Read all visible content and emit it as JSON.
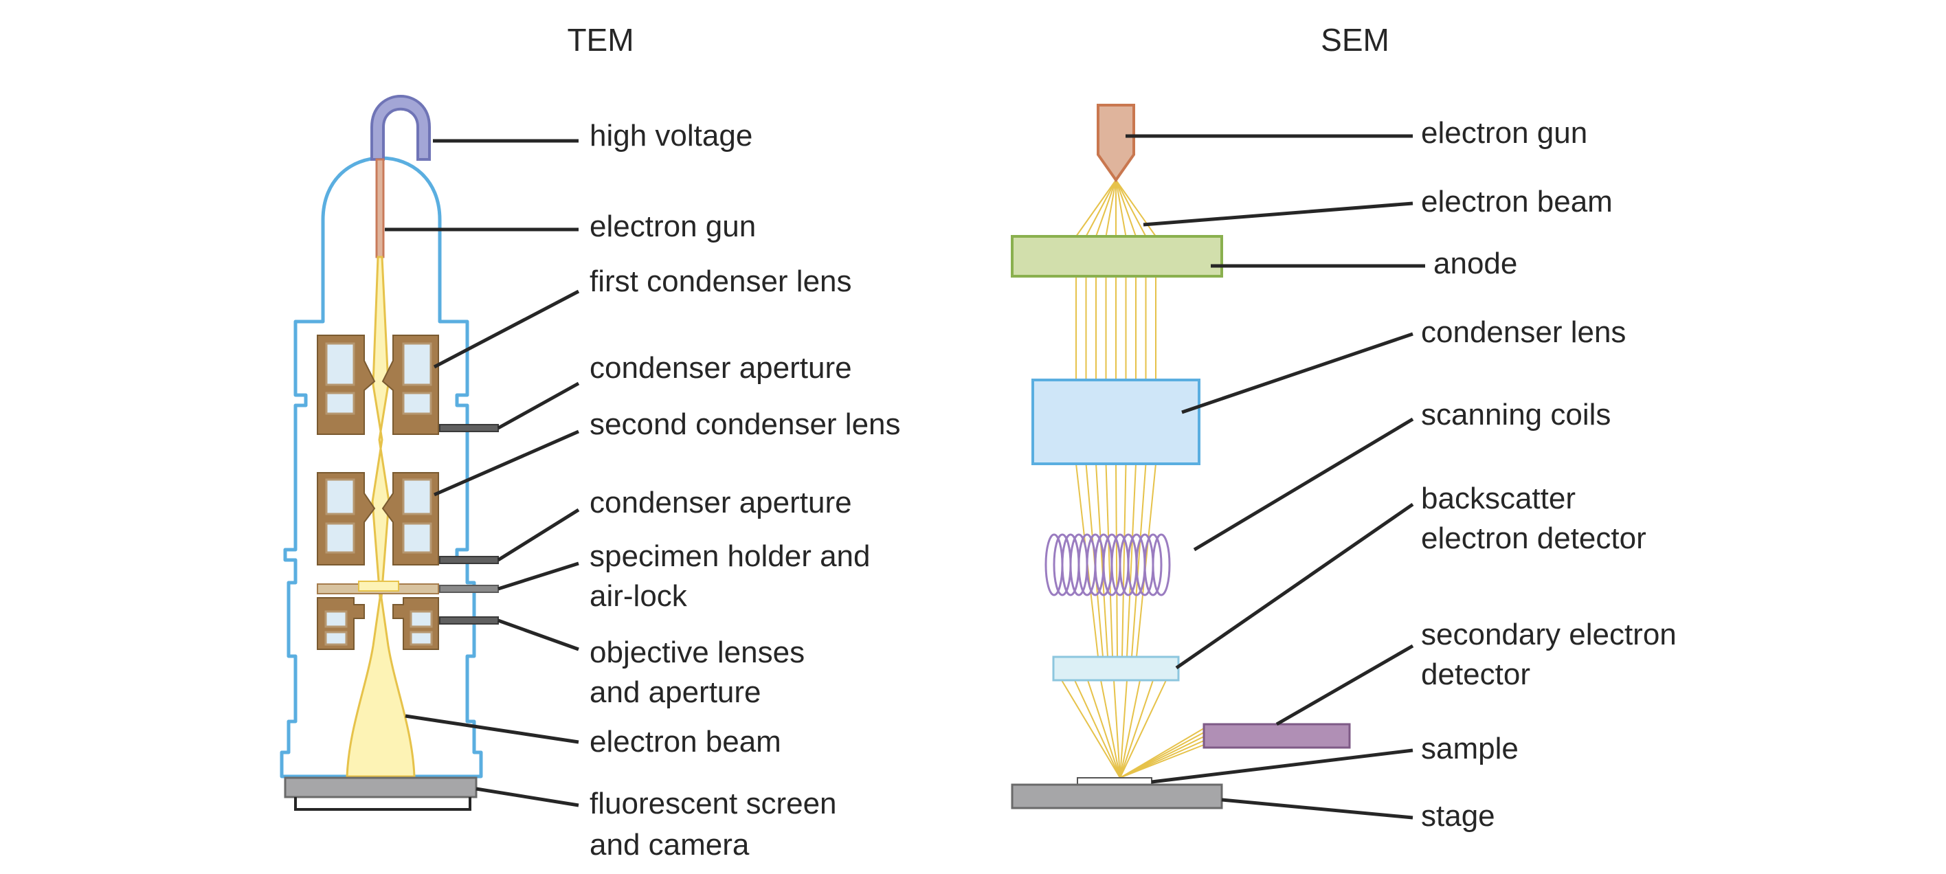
{
  "tem": {
    "title": "TEM",
    "labels": {
      "high_voltage": "high voltage",
      "electron_gun": "electron gun",
      "first_condenser_lens": "first condenser lens",
      "condenser_aperture_1": "condenser aperture",
      "second_condenser_lens": "second condenser lens",
      "condenser_aperture_2": "condenser aperture",
      "specimen_holder_line1": "specimen holder and",
      "specimen_holder_line2": "air-lock",
      "objective_line1": "objective lenses",
      "objective_line2": "and aperture",
      "electron_beam": "electron beam",
      "screen_line1": "fluorescent screen",
      "screen_line2": "and camera"
    }
  },
  "sem": {
    "title": "SEM",
    "labels": {
      "electron_gun": "electron gun",
      "electron_beam": "electron beam",
      "anode": "anode",
      "condenser_lens": "condenser lens",
      "scanning_coils": "scanning coils",
      "backscatter_line1": "backscatter",
      "backscatter_line2": "electron detector",
      "secondary_line1": "secondary electron",
      "secondary_line2": "detector",
      "sample": "sample",
      "stage": "stage"
    }
  },
  "colors": {
    "column_outline": "#5aaee0",
    "lens_brown": "#a57c4c",
    "lens_window": "#dcebf5",
    "beam_fill": "#fdf3b5",
    "beam_stroke": "#e6c24a",
    "high_voltage": "#a3a6d6",
    "gun_copper": "#dfb49c",
    "anode_green": "#d2dfac",
    "condenser_blue": "#cfe6f8",
    "coil_purple": "#9a7cc0",
    "detector_purple": "#b08fb5",
    "backscatter_blue": "#dcf0f6",
    "stage_gray": "#a6a6a8",
    "leader_line": "#262626"
  }
}
